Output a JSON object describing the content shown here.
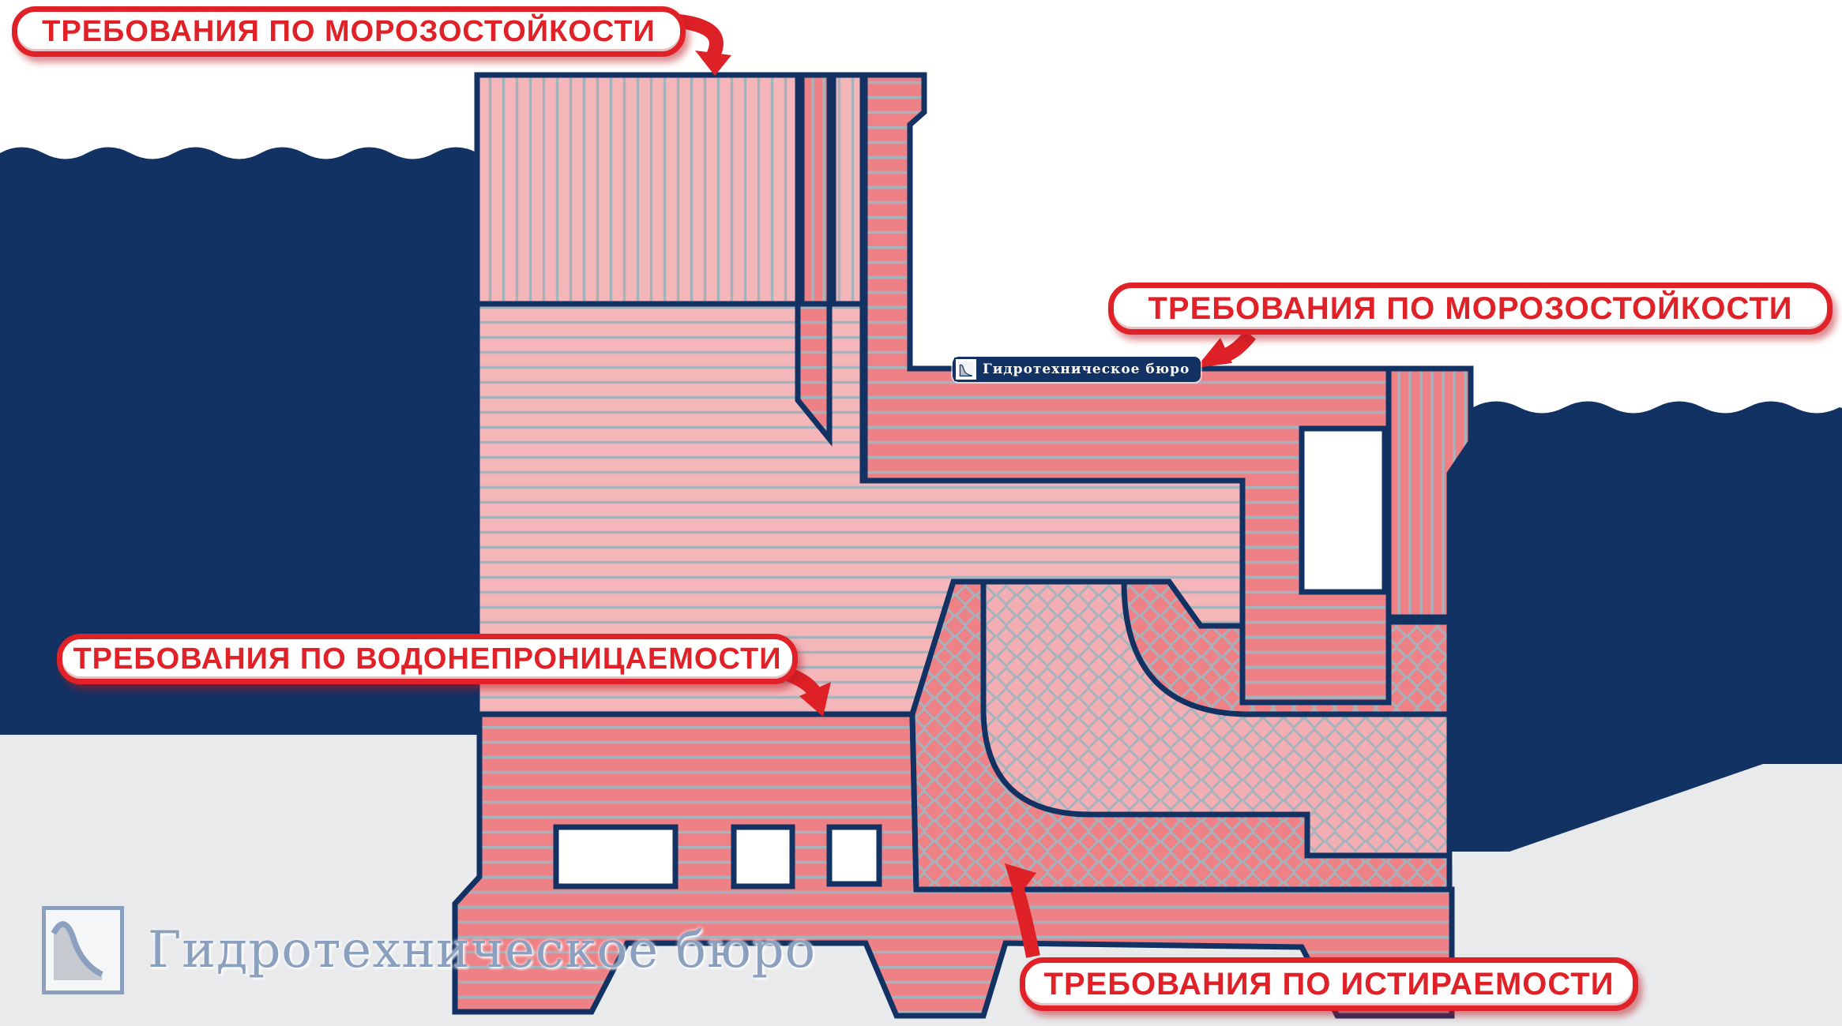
{
  "annotations": {
    "frost_top": {
      "text": "ТРЕБОВАНИЯ ПО МОРОЗОСТОЙКОСТИ"
    },
    "frost_right": {
      "text": "ТРЕБОВАНИЯ ПО МОРОЗОСТОЙКОСТИ"
    },
    "waterproof": {
      "text": "ТРЕБОВАНИЯ ПО ВОДОНЕПРОНИЦАЕМОСТИ"
    },
    "abrasion": {
      "text": "ТРЕБОВАНИЯ ПО ИСТИРАЕМОСТИ"
    }
  },
  "watermark": {
    "text": "Гидротехническое бюро"
  },
  "footer_logo": {
    "text": "Гидротехническое бюро"
  },
  "colors": {
    "navy_outline_water": "#123263",
    "label_red": "#e02228",
    "concrete_light_pink": "#f5b6ba",
    "concrete_dark_pink": "#ee8186",
    "concrete_mid_pink": "#f3aeb3",
    "hatch_gray": "#a5b3bd",
    "ground_gray": "#e9eaec",
    "logo_blue_gray": "#8ba0bf"
  }
}
